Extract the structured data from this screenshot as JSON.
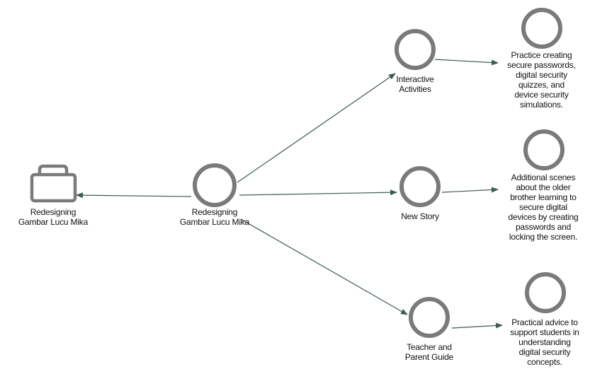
{
  "colors": {
    "node_stroke": "#7a7a7a",
    "edge": "#3d5a57",
    "text": "#111111"
  },
  "nodes": {
    "root": {
      "label": "Redesigning\nGambar Lucu Mika",
      "icon": "circle"
    },
    "project": {
      "label": "Redesigning\nGambar Lucu Mika",
      "icon": "briefcase-icon"
    },
    "interactive": {
      "label": "Interactive\nActivities",
      "icon": "circle"
    },
    "new_story": {
      "label": "New Story",
      "icon": "circle"
    },
    "teacher_guide": {
      "label": "Teacher and\nParent Guide",
      "icon": "circle"
    },
    "interactive_detail": {
      "label": "Practice creating\nsecure passwords,\ndigital security\nquizzes, and\ndevice security\nsimulations.",
      "icon": "circle"
    },
    "new_story_detail": {
      "label": "Additional scenes\nabout the older\nbrother learning to\nsecure digital\ndevices by creating\npasswords and\nlocking the screen.",
      "icon": "circle"
    },
    "teacher_detail": {
      "label": "Practical advice to\nsupport students in\nunderstanding\ndigital security\nconcepts.",
      "icon": "circle"
    }
  }
}
